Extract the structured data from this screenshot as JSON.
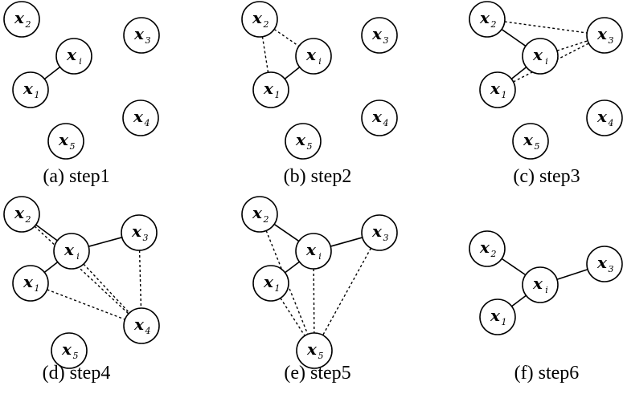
{
  "panels": [
    {
      "caption": "(a) step1",
      "nodes": [
        {
          "id": "x2",
          "base": "x",
          "sub": "2"
        },
        {
          "id": "xi",
          "base": "x",
          "sub": "i"
        },
        {
          "id": "x3",
          "base": "x",
          "sub": "3"
        },
        {
          "id": "x1",
          "base": "x",
          "sub": "1"
        },
        {
          "id": "x4",
          "base": "x",
          "sub": "4"
        },
        {
          "id": "x5",
          "base": "x",
          "sub": "5"
        }
      ],
      "edges": [
        {
          "from": "xi",
          "to": "x1",
          "style": "solid"
        }
      ]
    },
    {
      "caption": "(b) step2",
      "nodes": [
        {
          "id": "x2",
          "base": "x",
          "sub": "2"
        },
        {
          "id": "xi",
          "base": "x",
          "sub": "i"
        },
        {
          "id": "x3",
          "base": "x",
          "sub": "3"
        },
        {
          "id": "x1",
          "base": "x",
          "sub": "1"
        },
        {
          "id": "x4",
          "base": "x",
          "sub": "4"
        },
        {
          "id": "x5",
          "base": "x",
          "sub": "5"
        }
      ],
      "edges": [
        {
          "from": "xi",
          "to": "x1",
          "style": "solid"
        },
        {
          "from": "x2",
          "to": "xi",
          "style": "dashed"
        },
        {
          "from": "x2",
          "to": "x1",
          "style": "dashed"
        }
      ]
    },
    {
      "caption": "(c) step3",
      "nodes": [
        {
          "id": "x2",
          "base": "x",
          "sub": "2"
        },
        {
          "id": "xi",
          "base": "x",
          "sub": "i"
        },
        {
          "id": "x3",
          "base": "x",
          "sub": "3"
        },
        {
          "id": "x1",
          "base": "x",
          "sub": "1"
        },
        {
          "id": "x4",
          "base": "x",
          "sub": "4"
        },
        {
          "id": "x5",
          "base": "x",
          "sub": "5"
        }
      ],
      "edges": [
        {
          "from": "xi",
          "to": "x1",
          "style": "solid"
        },
        {
          "from": "x2",
          "to": "xi",
          "style": "solid"
        },
        {
          "from": "x2",
          "to": "x3",
          "style": "dashed"
        },
        {
          "from": "xi",
          "to": "x3",
          "style": "dashed"
        },
        {
          "from": "x1",
          "to": "x3",
          "style": "dashed"
        }
      ]
    },
    {
      "caption": "(d) step4",
      "nodes": [
        {
          "id": "x2",
          "base": "x",
          "sub": "2"
        },
        {
          "id": "xi",
          "base": "x",
          "sub": "i"
        },
        {
          "id": "x3",
          "base": "x",
          "sub": "3"
        },
        {
          "id": "x1",
          "base": "x",
          "sub": "1"
        },
        {
          "id": "x4",
          "base": "x",
          "sub": "4"
        },
        {
          "id": "x5",
          "base": "x",
          "sub": "5"
        }
      ],
      "edges": [
        {
          "from": "xi",
          "to": "x1",
          "style": "solid"
        },
        {
          "from": "x2",
          "to": "xi",
          "style": "solid"
        },
        {
          "from": "xi",
          "to": "x3",
          "style": "solid"
        },
        {
          "from": "x2",
          "to": "x4",
          "style": "dashed"
        },
        {
          "from": "xi",
          "to": "x4",
          "style": "dashed"
        },
        {
          "from": "x1",
          "to": "x4",
          "style": "dashed"
        },
        {
          "from": "x3",
          "to": "x4",
          "style": "dashed"
        }
      ]
    },
    {
      "caption": "(e) step5",
      "nodes": [
        {
          "id": "x2",
          "base": "x",
          "sub": "2"
        },
        {
          "id": "xi",
          "base": "x",
          "sub": "i"
        },
        {
          "id": "x3",
          "base": "x",
          "sub": "3"
        },
        {
          "id": "x1",
          "base": "x",
          "sub": "1"
        },
        {
          "id": "x5",
          "base": "x",
          "sub": "5"
        }
      ],
      "edges": [
        {
          "from": "xi",
          "to": "x1",
          "style": "solid"
        },
        {
          "from": "x2",
          "to": "xi",
          "style": "solid"
        },
        {
          "from": "xi",
          "to": "x3",
          "style": "solid"
        },
        {
          "from": "x2",
          "to": "x5",
          "style": "dashed"
        },
        {
          "from": "xi",
          "to": "x5",
          "style": "dashed"
        },
        {
          "from": "x1",
          "to": "x5",
          "style": "dashed"
        },
        {
          "from": "x3",
          "to": "x5",
          "style": "dashed"
        }
      ]
    },
    {
      "caption": "(f) step6",
      "nodes": [
        {
          "id": "x2",
          "base": "x",
          "sub": "2"
        },
        {
          "id": "xi",
          "base": "x",
          "sub": "i"
        },
        {
          "id": "x3",
          "base": "x",
          "sub": "3"
        },
        {
          "id": "x1",
          "base": "x",
          "sub": "1"
        }
      ],
      "edges": [
        {
          "from": "xi",
          "to": "x1",
          "style": "solid"
        },
        {
          "from": "x2",
          "to": "xi",
          "style": "solid"
        },
        {
          "from": "xi",
          "to": "x3",
          "style": "solid"
        }
      ]
    }
  ]
}
